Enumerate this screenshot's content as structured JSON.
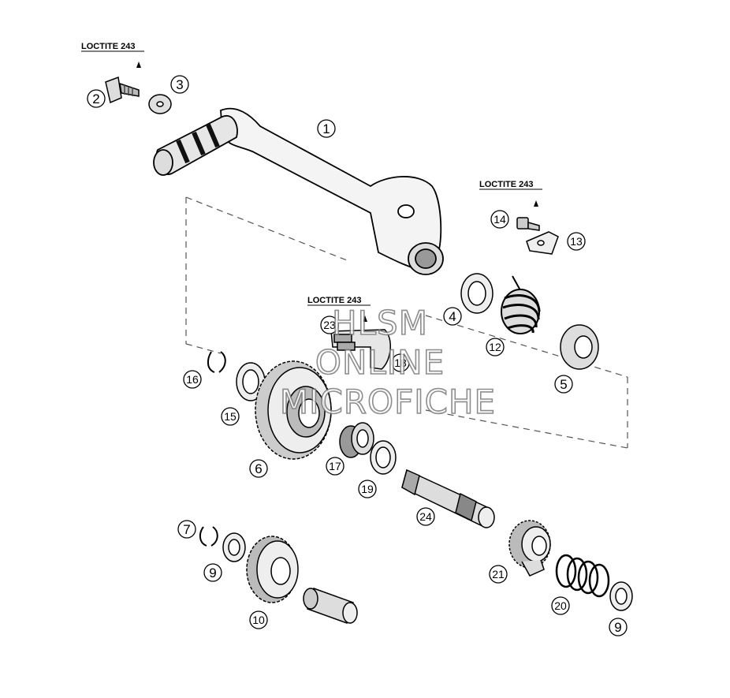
{
  "diagram": {
    "loctite_label": "LOCTITE 243",
    "callouts": [
      {
        "id": "c1",
        "text": "1"
      },
      {
        "id": "c2",
        "text": "2"
      },
      {
        "id": "c3",
        "text": "3"
      },
      {
        "id": "c4",
        "text": "4"
      },
      {
        "id": "c5",
        "text": "5"
      },
      {
        "id": "c6",
        "text": "6"
      },
      {
        "id": "c7",
        "text": "7"
      },
      {
        "id": "c9a",
        "text": "9"
      },
      {
        "id": "c9b",
        "text": "9"
      },
      {
        "id": "c10",
        "text": "10"
      },
      {
        "id": "c12",
        "text": "12"
      },
      {
        "id": "c13",
        "text": "13"
      },
      {
        "id": "c14",
        "text": "14"
      },
      {
        "id": "c15",
        "text": "15"
      },
      {
        "id": "c16",
        "text": "16"
      },
      {
        "id": "c17",
        "text": "17"
      },
      {
        "id": "c18",
        "text": "18"
      },
      {
        "id": "c19",
        "text": "19"
      },
      {
        "id": "c20",
        "text": "20"
      },
      {
        "id": "c21",
        "text": "21"
      },
      {
        "id": "c23",
        "text": "23"
      },
      {
        "id": "c24",
        "text": "24"
      }
    ]
  },
  "watermark": {
    "line1": "HLSM",
    "line2": "ONLINE",
    "line3": "MICROFICHE"
  }
}
